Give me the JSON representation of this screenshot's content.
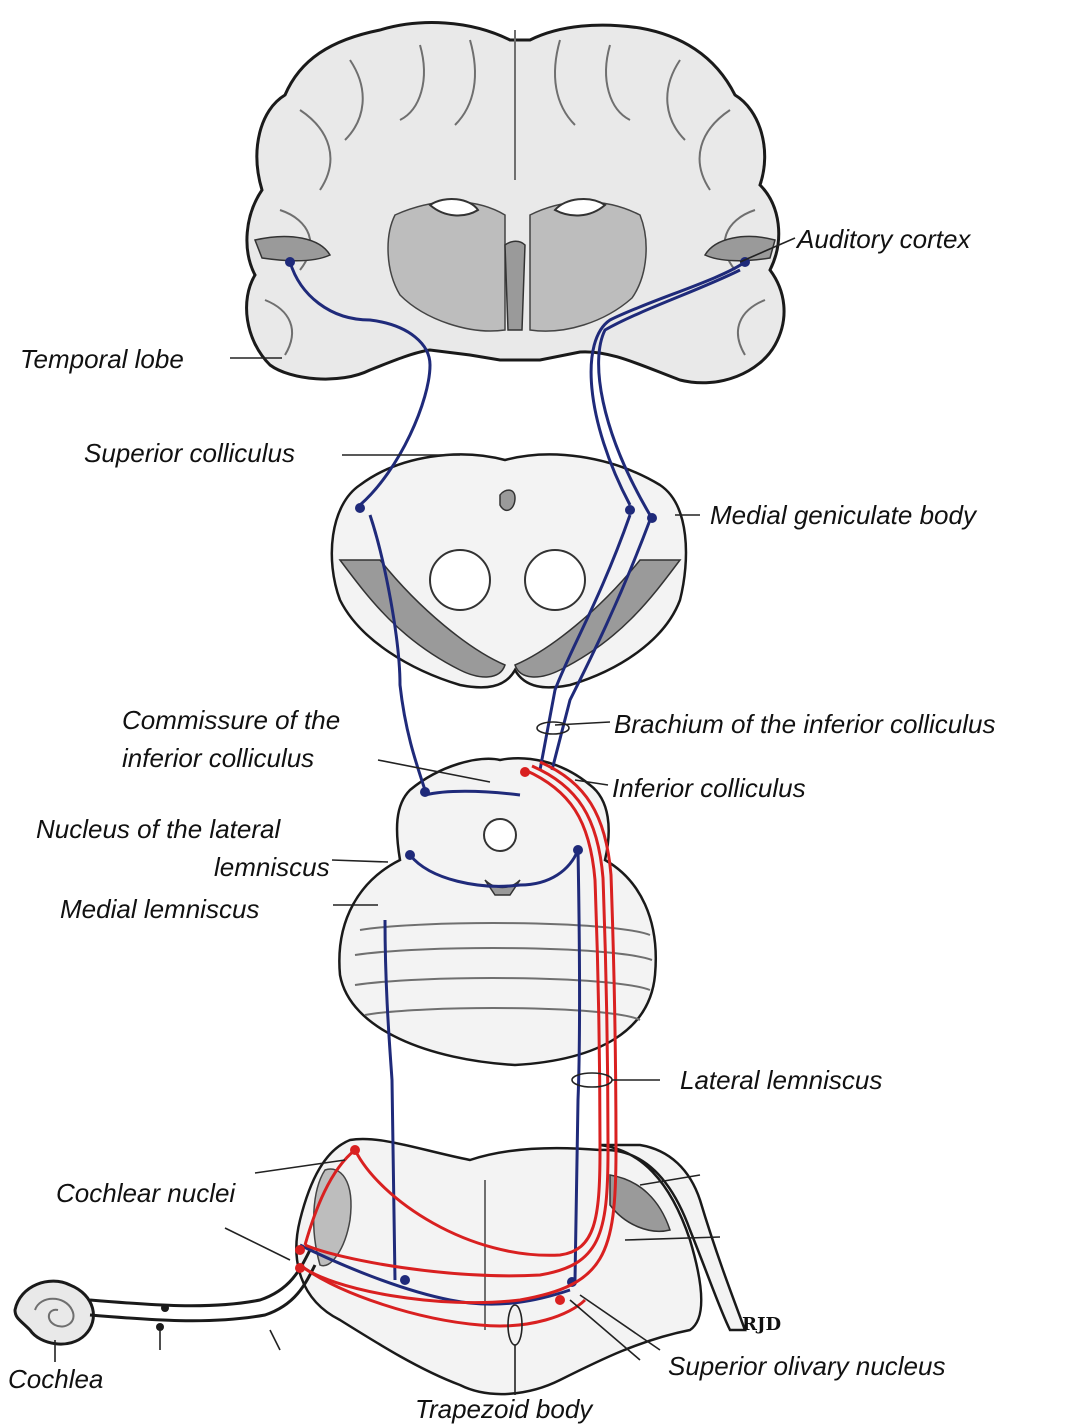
{
  "diagram": {
    "labels": {
      "auditory_cortex": "Auditory cortex",
      "temporal_lobe": "Temporal lobe",
      "superior_colliculus": "Superior colliculus",
      "medial_geniculate_body": "Medial geniculate body",
      "commissure_line1": "Commissure of the",
      "commissure_line2": "inferior colliculus",
      "brachium": "Brachium of the inferior colliculus",
      "inferior_colliculus": "Inferior colliculus",
      "nucleus_lateral_line1": "Nucleus of the lateral",
      "nucleus_lateral_line2": "lemniscus",
      "medial_lemniscus": "Medial lemniscus",
      "lateral_lemniscus": "Lateral lemniscus",
      "cochlear_nuclei": "Cochlear nuclei",
      "cochlea": "Cochlea",
      "superior_olivary_nucleus": "Superior olivary nucleus",
      "trapezoid_body": "Trapezoid body"
    },
    "signature": "RJD",
    "colors": {
      "ascending_contralateral": "#1f2a7a",
      "ascending_ipsilateral": "#d92020"
    }
  }
}
